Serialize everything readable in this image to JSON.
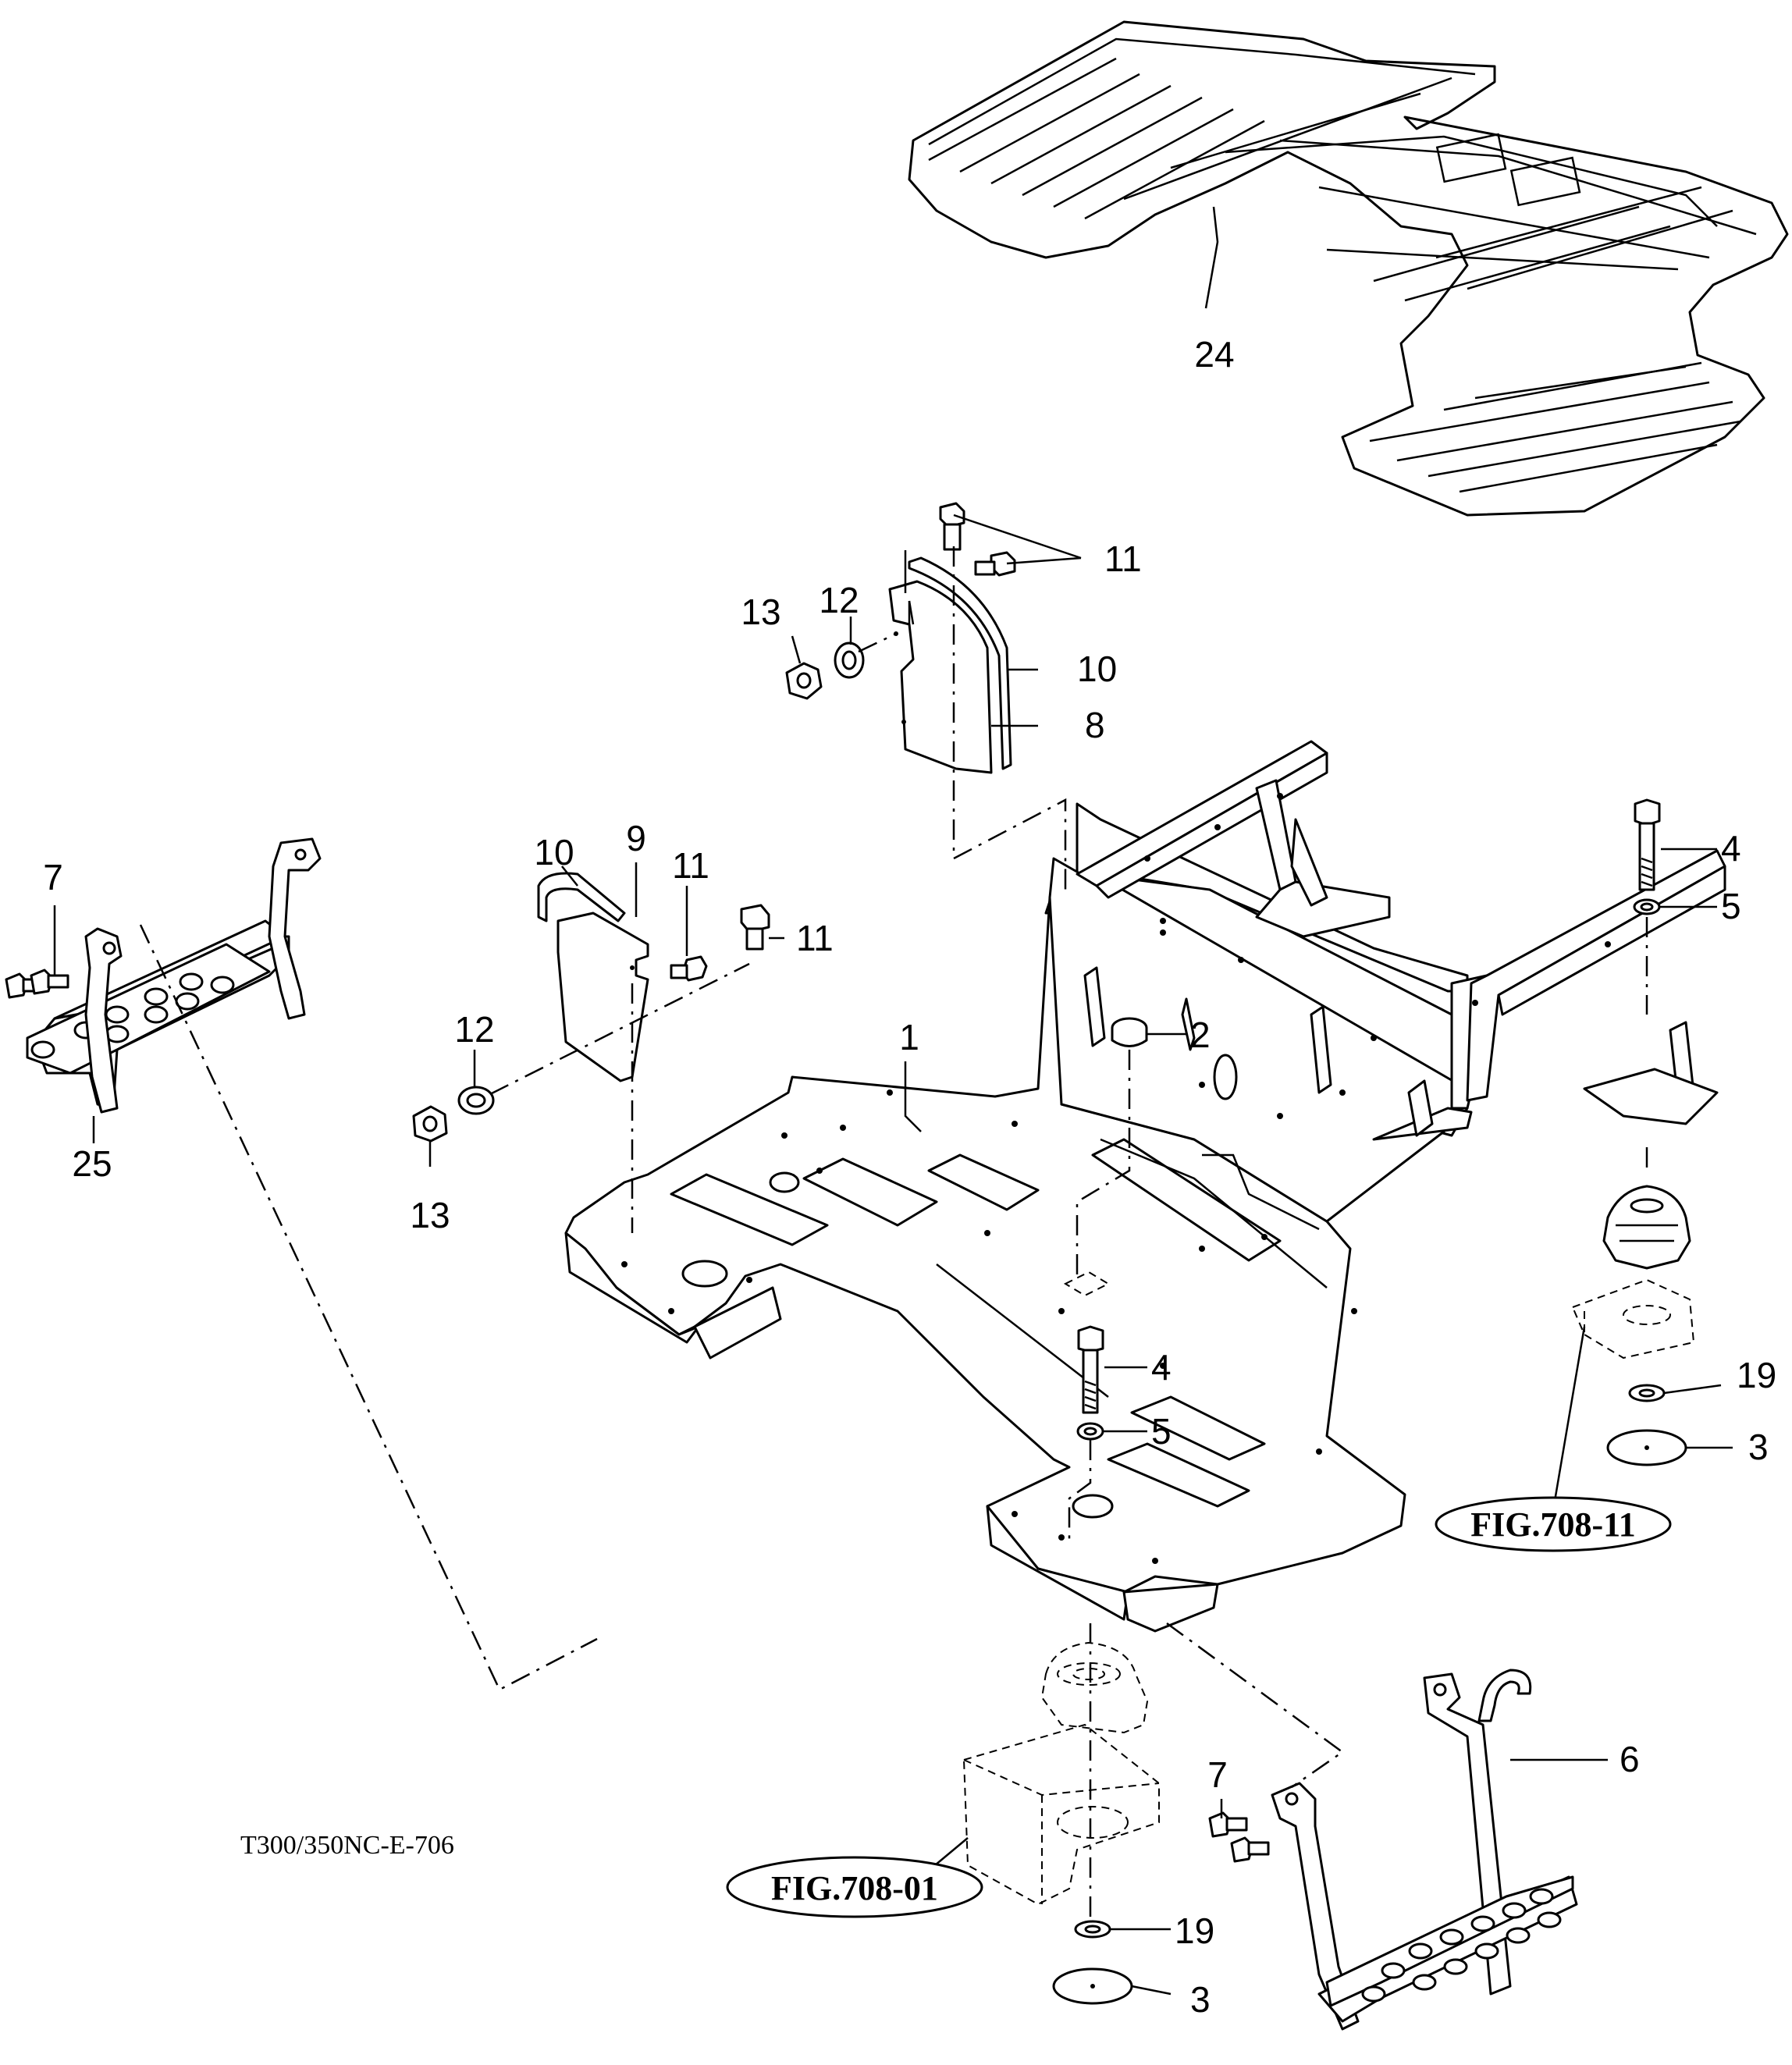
{
  "drawing": {
    "code": "T300/350NC-E-706"
  },
  "figure_refs": [
    {
      "id": "fig-708-11",
      "text": "FIG.708-11"
    },
    {
      "id": "fig-708-01",
      "text": "FIG.708-01"
    }
  ],
  "callouts": {
    "floor_plate": "1",
    "mount_rubber_2": "2",
    "washer_plate_3_right": "3",
    "washer_plate_3_bottom": "3",
    "bolt_4_right": "4",
    "bolt_4_center": "4",
    "spring_washer_5_right": "5",
    "spring_washer_5_center": "5",
    "step_right": "6",
    "bolt_7_left": "7",
    "bolt_7_right": "7",
    "cover_8": "8",
    "cover_9": "9",
    "seal_10_upper": "10",
    "seal_10_left": "10",
    "bolt_11_upper": "11",
    "bolt_11_mid_a": "11",
    "bolt_11_mid_b": "11",
    "washer_12_upper": "12",
    "washer_12_left": "12",
    "nut_13_upper": "13",
    "nut_13_left": "13",
    "washer_19_right": "19",
    "washer_19_bottom": "19",
    "floor_mat": "24",
    "step_left": "25"
  }
}
